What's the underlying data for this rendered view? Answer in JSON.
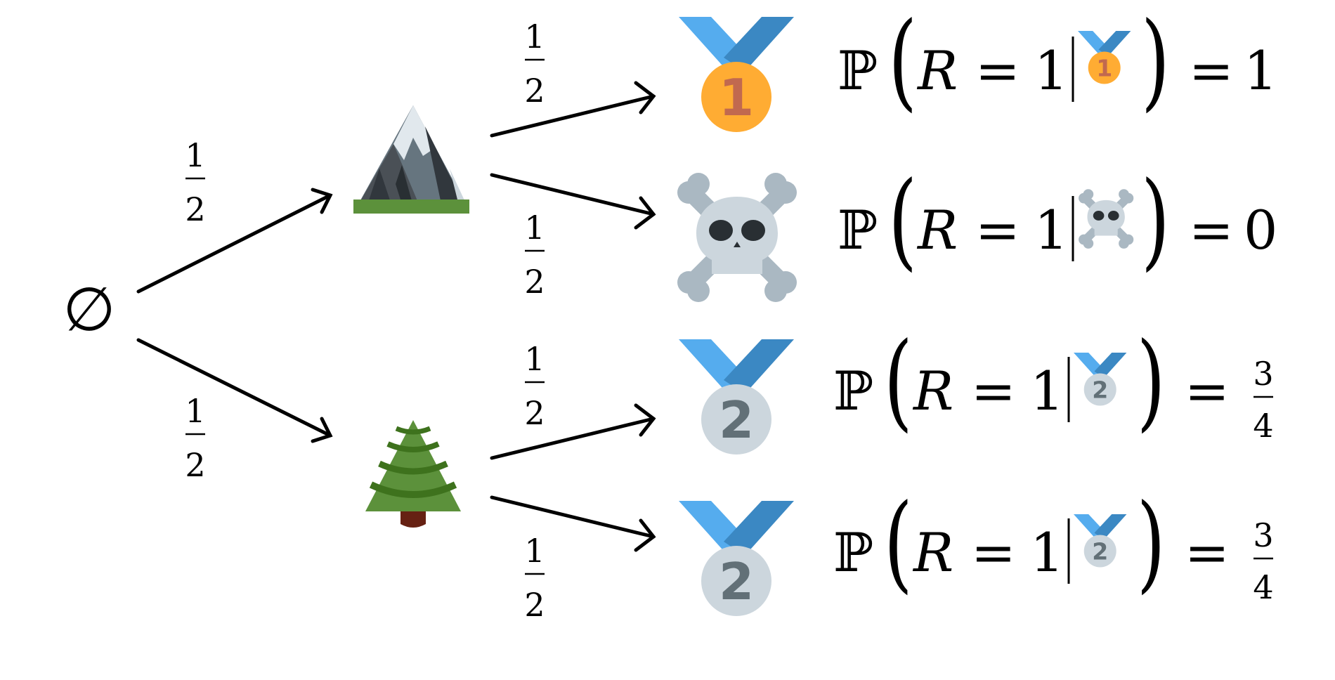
{
  "root": {
    "symbol": "∅"
  },
  "branches": {
    "root_to_mountain": {
      "num": "1",
      "den": "2"
    },
    "root_to_tree": {
      "num": "1",
      "den": "2"
    },
    "mountain_to_gold": {
      "num": "1",
      "den": "2"
    },
    "mountain_to_skull": {
      "num": "1",
      "den": "2"
    },
    "tree_to_silver_a": {
      "num": "1",
      "den": "2"
    },
    "tree_to_silver_b": {
      "num": "1",
      "den": "2"
    }
  },
  "nodes": {
    "mountain": {
      "icon": "mountain-icon"
    },
    "tree": {
      "icon": "evergreen-tree-icon"
    },
    "outcomes": [
      {
        "icon": "gold-medal-icon",
        "digit": "1"
      },
      {
        "icon": "skull-crossbones-icon"
      },
      {
        "icon": "silver-medal-icon",
        "digit": "2"
      },
      {
        "icon": "silver-medal-icon",
        "digit": "2"
      }
    ]
  },
  "equations": {
    "prob_symbol": "ℙ",
    "variable": "R",
    "equals": "=",
    "one": "1",
    "bar": "|",
    "results": [
      {
        "value": "1"
      },
      {
        "value": "0"
      },
      {
        "num": "3",
        "den": "4"
      },
      {
        "num": "3",
        "den": "4"
      }
    ]
  },
  "colors": {
    "ribbon_light": "#55acee",
    "ribbon_dark": "#3b88c3",
    "gold": "#ffac33",
    "gold_digit": "#c1694f",
    "silver": "#ccd6dd",
    "silver_digit": "#627077",
    "bone": "#ccd6dd",
    "bone_dark": "#aab8c2",
    "skull_eye": "#292f33",
    "tree_green": "#5c913b",
    "tree_light": "#77b255",
    "trunk": "#662113",
    "mountain_dark": "#4a5056",
    "mountain_mid": "#66757f",
    "mountain_snow": "#e1e8ed",
    "grass": "#5c913b"
  }
}
